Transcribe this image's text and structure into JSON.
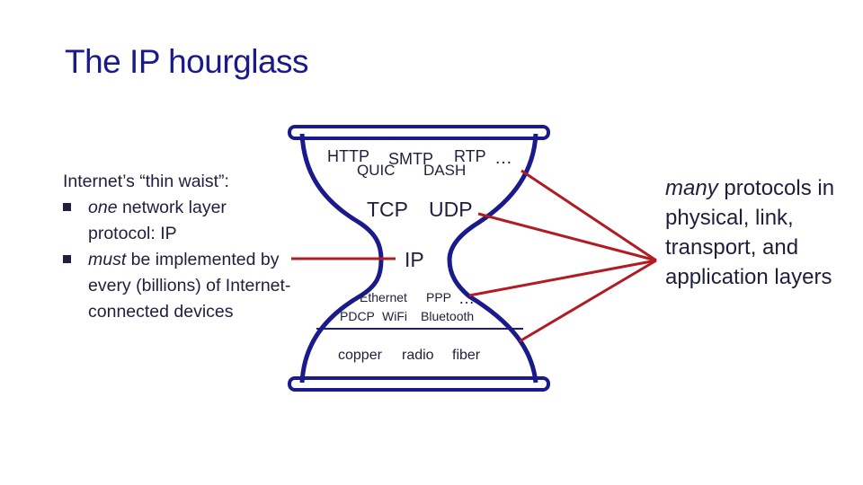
{
  "slide": {
    "title": "The IP hourglass"
  },
  "left_note": {
    "heading": "Internet’s “thin waist”:",
    "bullets": [
      {
        "emph": "one",
        "rest": " network layer protocol: IP"
      },
      {
        "emph": "must",
        "rest": " be implemented by every (billions) of Internet-connected devices"
      }
    ]
  },
  "right_note": {
    "emph": "many",
    "rest": " protocols in physical, link, transport, and application layers"
  },
  "hourglass": {
    "application": {
      "row1": [
        "HTTP",
        "SMTP",
        "RTP"
      ],
      "row2": [
        "QUIC",
        "DASH"
      ],
      "ellipsis": "…"
    },
    "transport": [
      "TCP",
      "UDP"
    ],
    "network": "IP",
    "link": {
      "row1": [
        "Ethernet",
        "PPP"
      ],
      "row2": [
        "PDCP",
        "WiFi",
        "Bluetooth"
      ],
      "ellipsis": "…"
    },
    "physical": [
      "copper",
      "radio",
      "fiber"
    ]
  },
  "colors": {
    "title": "#1a1a8c",
    "hourglass": "#1a1a8c",
    "pointer": "#b01c22",
    "text": "#1f1f3d"
  }
}
